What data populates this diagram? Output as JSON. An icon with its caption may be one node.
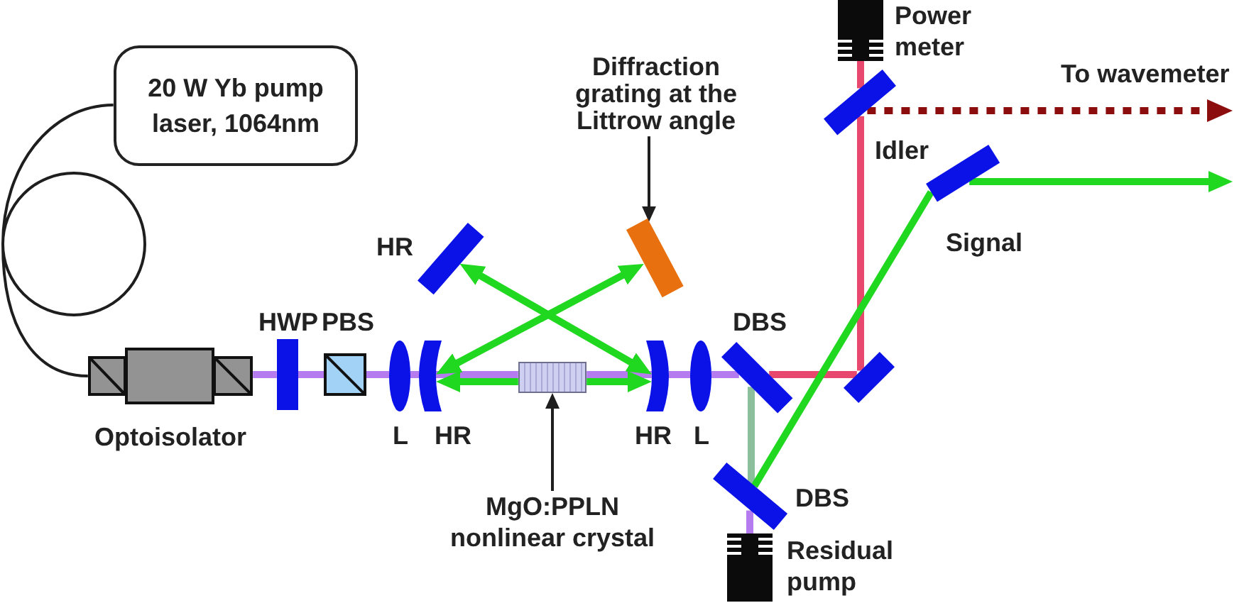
{
  "diagram": {
    "nodes": [
      {
        "text": [
          "20 W Yb pump laser, 1064nm"
        ]
      },
      {
        "text": [
          "Optoisolator"
        ]
      },
      {
        "text": [
          "HWP"
        ]
      },
      {
        "text": [
          "PBS"
        ]
      },
      {
        "text": [
          "L"
        ]
      },
      {
        "text": [
          "HR"
        ]
      },
      {
        "text": [],
        "shape": "box"
      },
      {
        "text": [
          "MgO:PPLN nonlinear crystal"
        ]
      },
      {
        "text": [
          "HR"
        ]
      },
      {
        "text": [
          "L"
        ]
      },
      {
        "text": [
          "HR"
        ]
      },
      {
        "text": [
          "Diffraction grating at the Littrow angle"
        ]
      },
      {
        "text": [],
        "shape": "bar"
      },
      {
        "text": [
          "DBS"
        ]
      },
      {
        "text": [],
        "shape": "bar"
      },
      {
        "text": [],
        "shape": "bar"
      },
      {
        "text": [
          "Power meter"
        ]
      },
      {
        "text": [
          "DBS"
        ]
      },
      {
        "text": [
          "Residual pump"
        ]
      },
      {
        "text": [],
        "shape": "bar"
      }
    ],
    "edges": [
      {
        "from": 0,
        "to": 1,
        "arrow": "none",
        "color": "#1e1e1e"
      },
      {
        "from": 1,
        "to": 2,
        "arrow": "none",
        "color": "#b57cf0"
      },
      {
        "from": 2,
        "to": 3,
        "arrow": "none",
        "color": "#b57cf0"
      },
      {
        "from": 3,
        "to": 4,
        "arrow": "none",
        "color": "#b57cf0"
      },
      {
        "from": 4,
        "to": 5,
        "arrow": "none",
        "color": "#b57cf0"
      },
      {
        "from": 5,
        "to": 6,
        "arrow": "none",
        "color": "#b57cf0"
      },
      {
        "from": 6,
        "to": 8,
        "arrow": "none",
        "color": "#b57cf0"
      },
      {
        "from": 8,
        "to": 9,
        "arrow": "none",
        "color": "#b57cf0"
      },
      {
        "from": 9,
        "to": 13,
        "arrow": "none",
        "color": "#b57cf0"
      },
      {
        "from": 6,
        "to": 5,
        "arrow": "to",
        "color": "#1fd81f"
      },
      {
        "from": 6,
        "to": 8,
        "arrow": "to",
        "color": "#1fd81f"
      },
      {
        "from": 10,
        "to": 8,
        "arrow": "both",
        "color": "#1fd81f"
      },
      {
        "from": 12,
        "to": 5,
        "arrow": "both",
        "color": "#1fd81f"
      },
      {
        "from": 11,
        "to": 12,
        "arrow": "to",
        "color": "#1e1e1e"
      },
      {
        "from": 7,
        "to": 6,
        "arrow": "to",
        "color": "#1e1e1e"
      },
      {
        "from": 13,
        "to": 14,
        "arrow": "none",
        "color": "#e8486e"
      },
      {
        "from": 14,
        "to": 15,
        "arrow": "none",
        "label": "Idler",
        "color": "#e8486e"
      },
      {
        "from": 15,
        "to": 16,
        "arrow": "none",
        "color": "#e8486e"
      },
      {
        "from": 15,
        "to": null,
        "arrow": "to",
        "label": "To wavemeter",
        "style": "dashed",
        "color": "#8b0d0d"
      },
      {
        "from": 13,
        "to": 17,
        "arrow": "none",
        "color": "#8cbf9c"
      },
      {
        "from": 17,
        "to": 18,
        "arrow": "none",
        "color": "#b57cf0"
      },
      {
        "from": 17,
        "to": 19,
        "arrow": "none",
        "label": "Signal",
        "color": "#1fd81f"
      },
      {
        "from": 19,
        "to": null,
        "arrow": "to",
        "color": "#1fd81f"
      }
    ]
  }
}
